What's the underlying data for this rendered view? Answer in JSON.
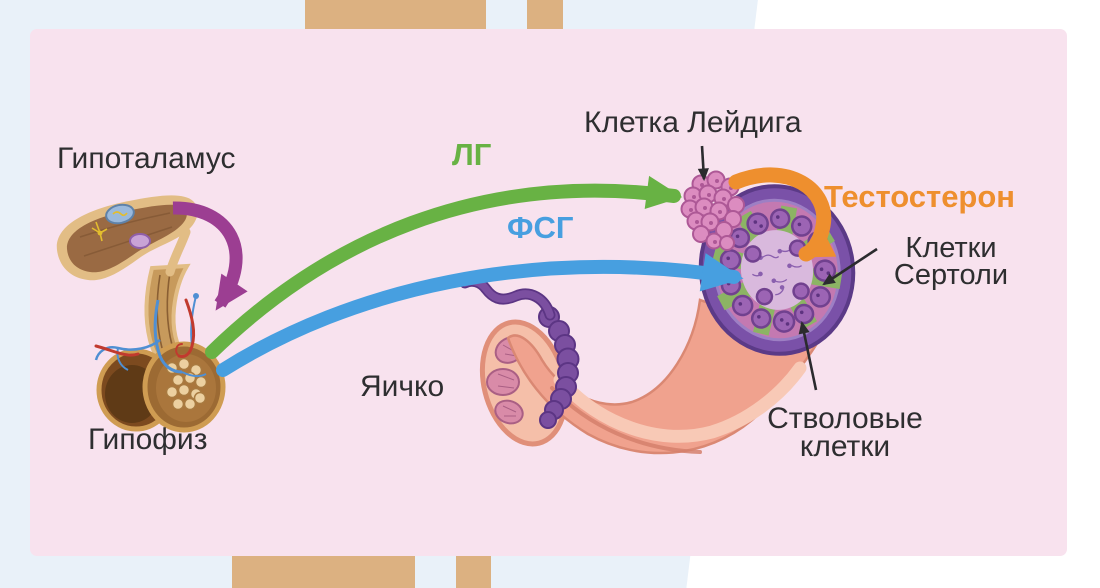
{
  "poster": {
    "labels": {
      "hypothalamus": "Гипоталамус",
      "pituitary": "Гипофиз",
      "lh": "ЛГ",
      "fsh": "ФСГ",
      "leydig": "Клетка Лейдига",
      "testosterone": "Тестостерон",
      "sertoli_line1": "Клетки",
      "sertoli_line2": "Сертоли",
      "stem_line1": "Стволовые",
      "stem_line2": "клетки",
      "testis": "Яичко"
    },
    "colors": {
      "wall_blue": "#e9f1f9",
      "easel_wood": "#dcb181",
      "card_pink": "#f8e2ee",
      "lh_green": "#68b244",
      "fsh_blue": "#479fe0",
      "testosterone_orange": "#ee8f2e",
      "feedback_purple": "#9c3e92",
      "label_text": "#2e2e30"
    }
  }
}
